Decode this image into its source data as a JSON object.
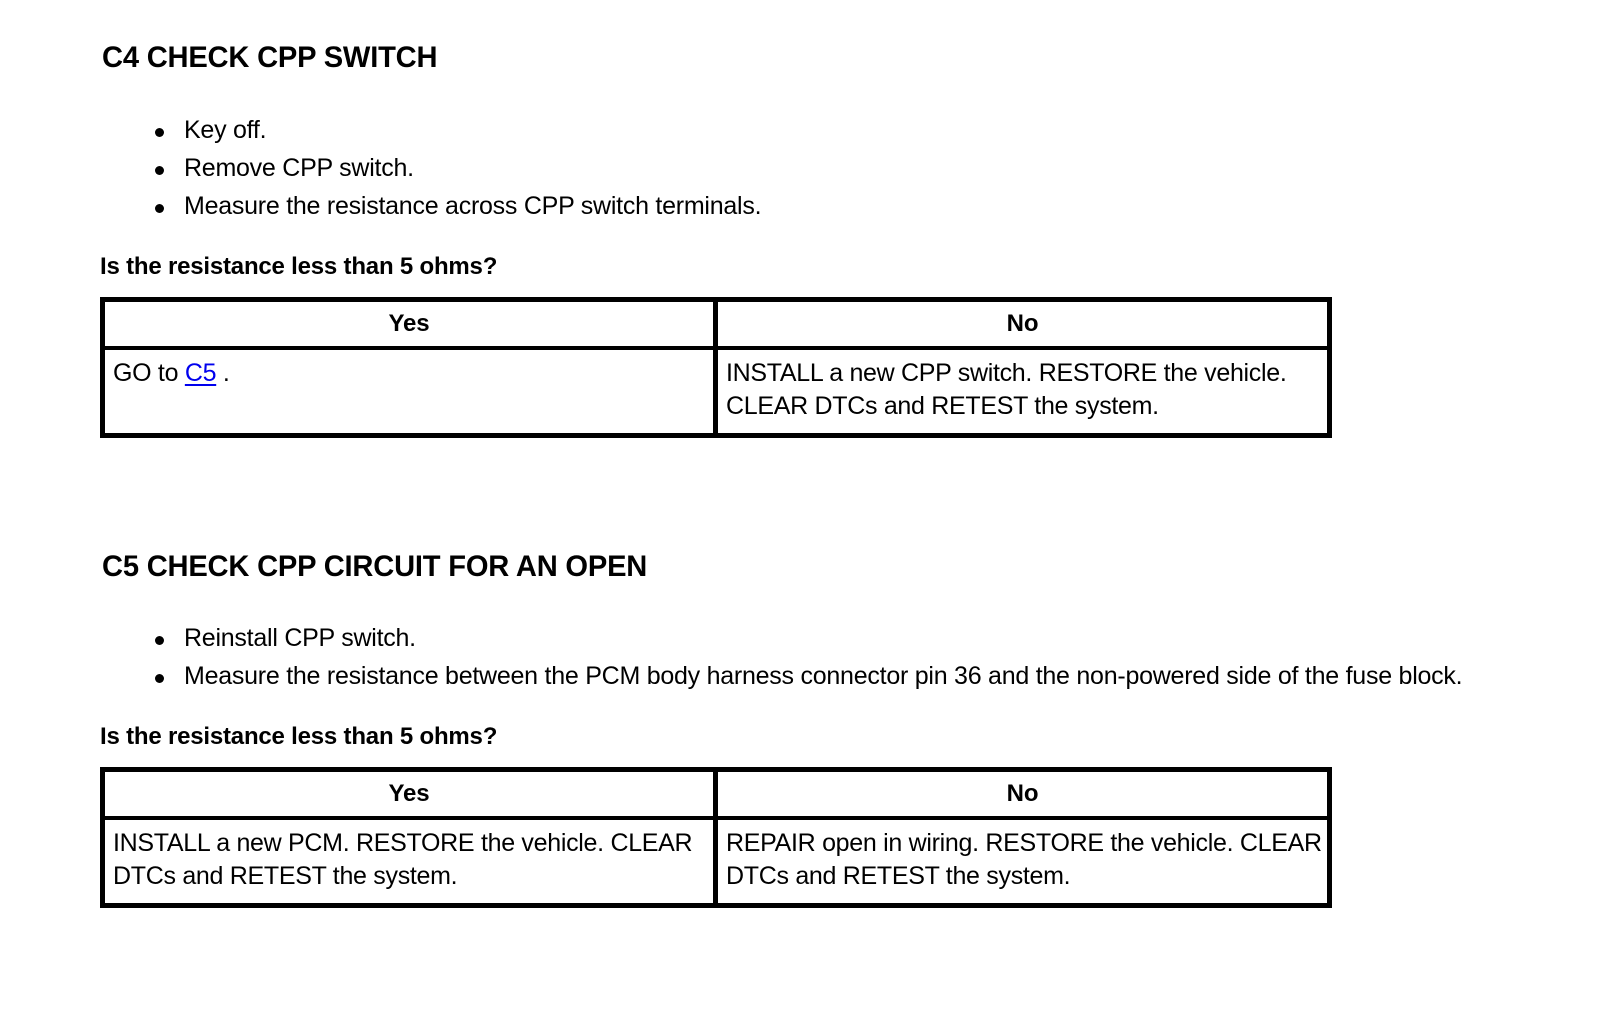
{
  "document": {
    "type": "diagnostic-pinpoint-test",
    "sections": [
      {
        "id": "C4",
        "heading": "C4 CHECK CPP SWITCH",
        "steps": [
          "Key off.",
          "Remove CPP switch.",
          "Measure the resistance across CPP switch terminals."
        ],
        "question": "Is the resistance less than 5 ohms?",
        "table": {
          "headers": [
            "Yes",
            "No"
          ],
          "row": {
            "yes_prefix": "GO to ",
            "yes_link": "C5",
            "yes_suffix": " .",
            "no": "INSTALL a new CPP switch. RESTORE the vehicle. CLEAR DTCs and RETEST the system."
          }
        }
      },
      {
        "id": "C5",
        "heading": "C5 CHECK CPP CIRCUIT FOR AN OPEN",
        "steps": [
          "Reinstall CPP switch.",
          "Measure the resistance between the PCM body harness connector pin 36 and the non-powered side of the fuse block."
        ],
        "question": "Is the resistance less than 5 ohms?",
        "table": {
          "headers": [
            "Yes",
            "No"
          ],
          "row": {
            "yes": "INSTALL a new PCM. RESTORE the vehicle. CLEAR DTCs and RETEST the system.",
            "no": "REPAIR open in wiring. RESTORE the vehicle. CLEAR DTCs and RETEST the system."
          }
        }
      }
    ]
  },
  "colors": {
    "ink": "#000000",
    "paper": "#ffffff"
  }
}
